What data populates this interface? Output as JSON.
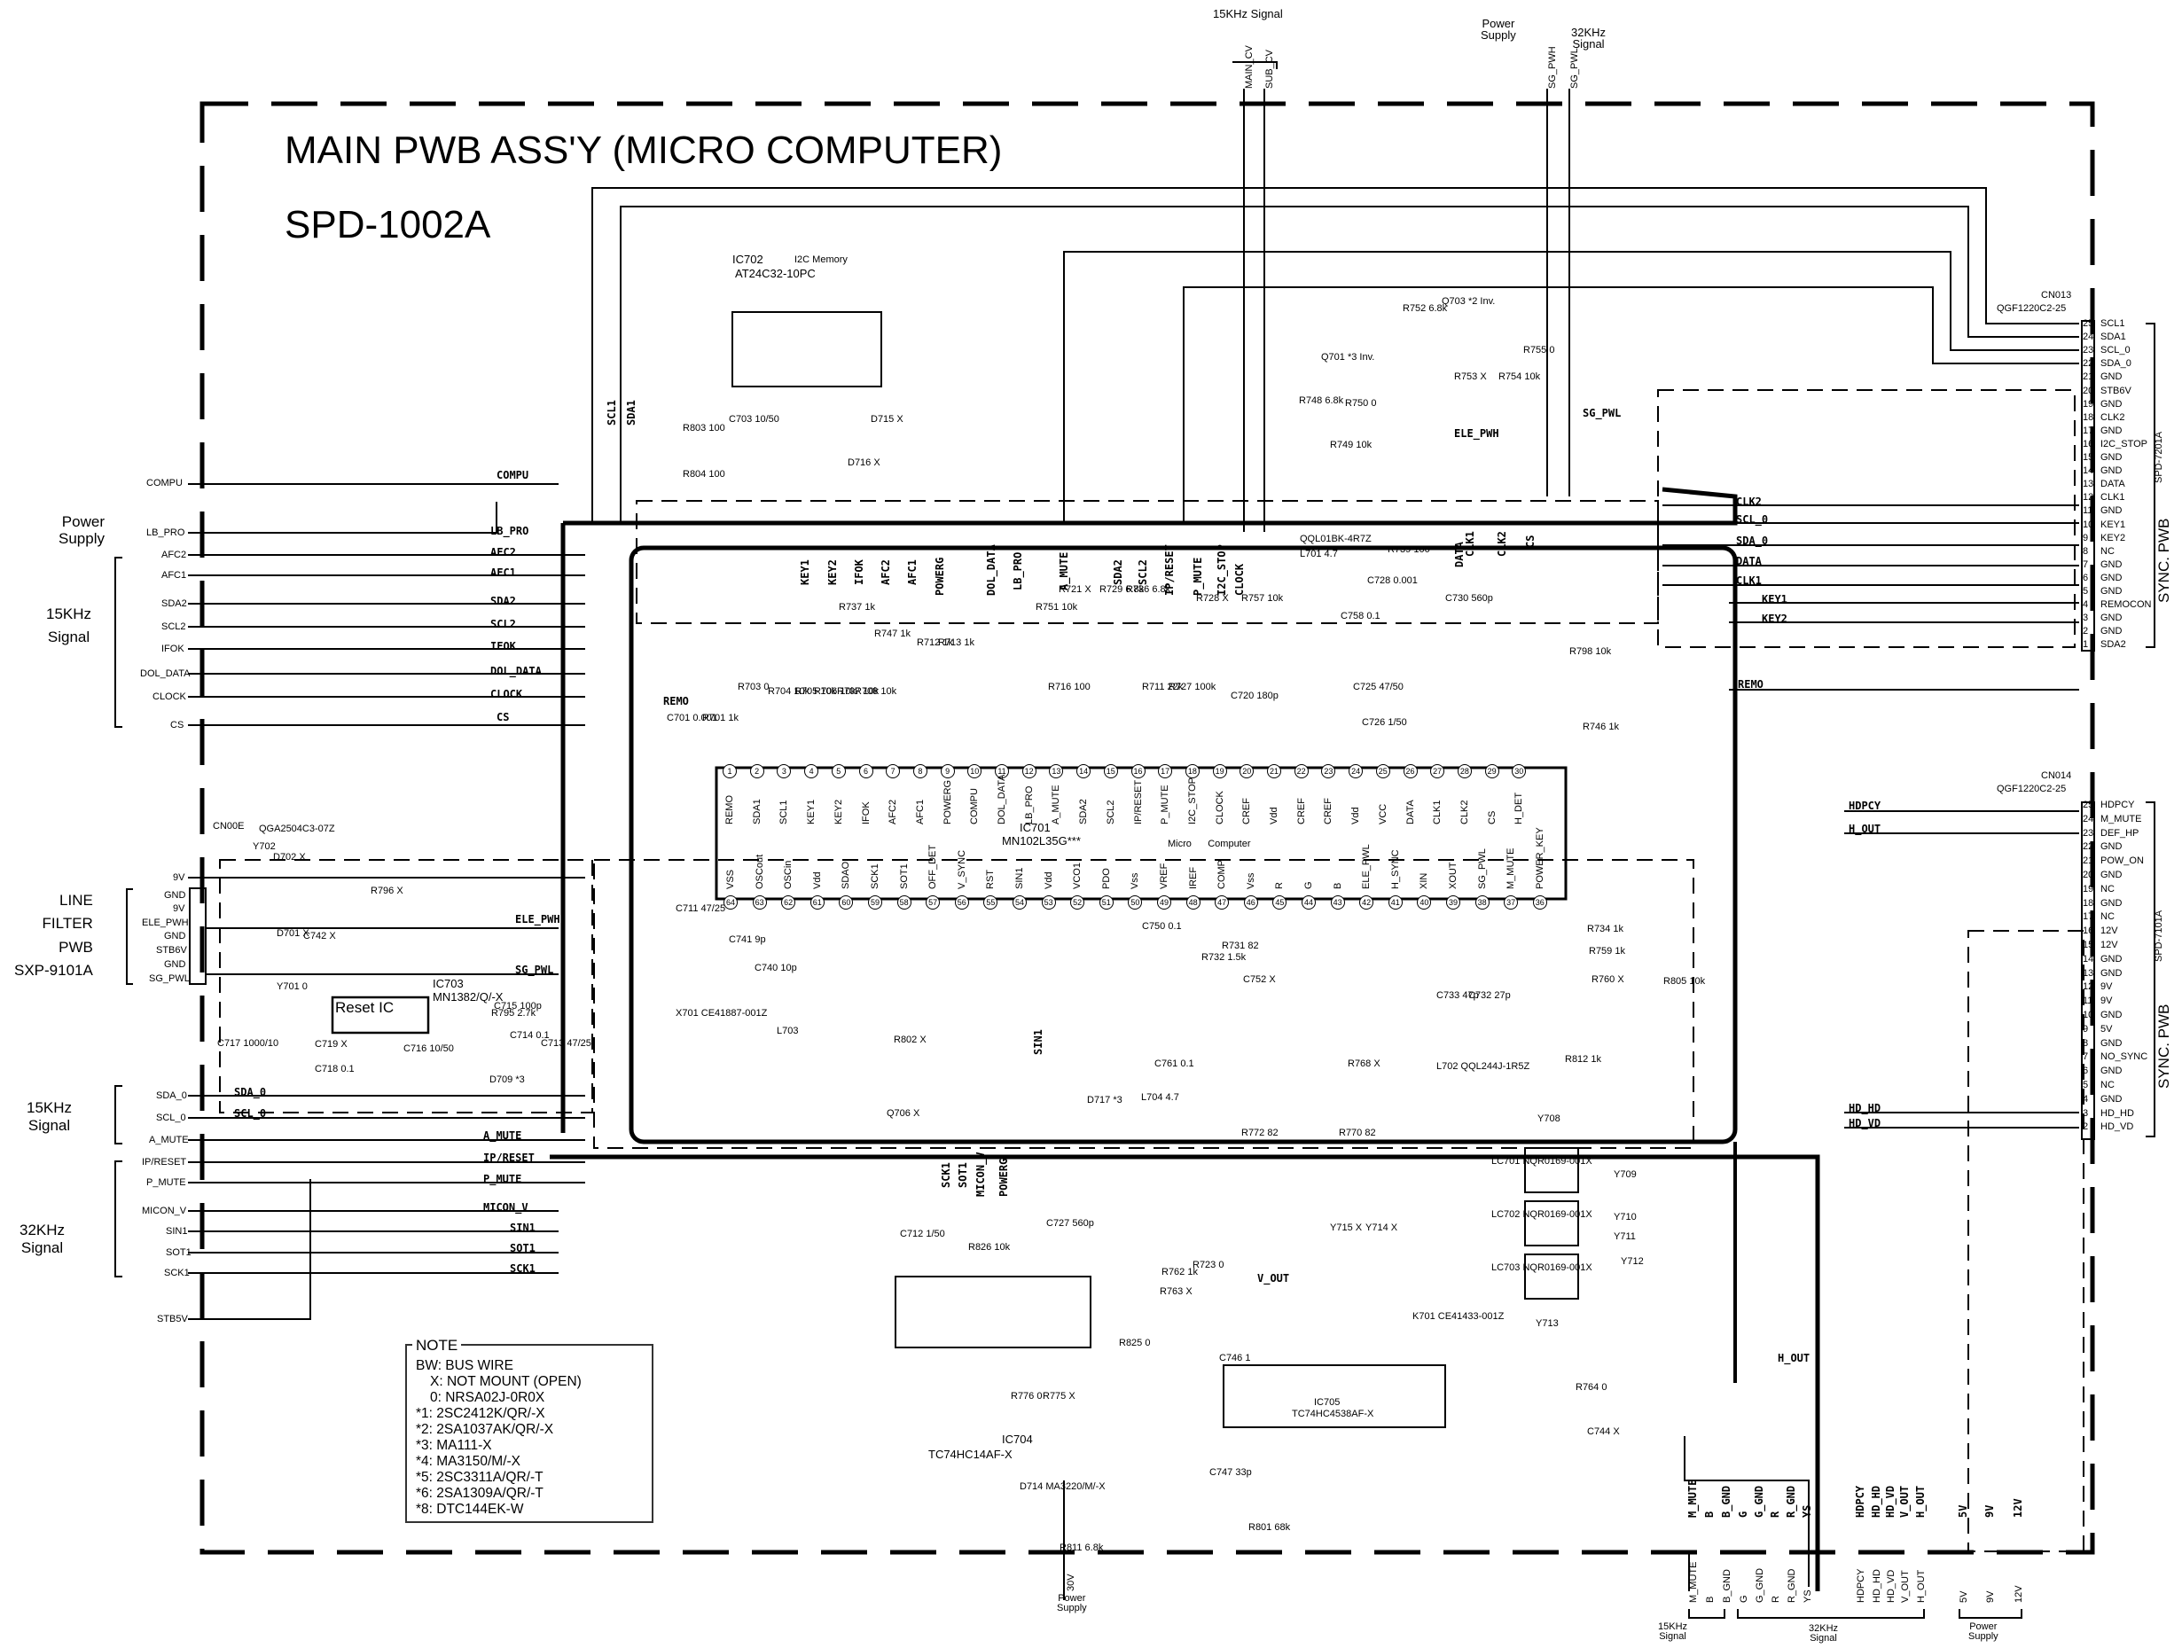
{
  "header": {
    "title_line1": "MAIN PWB ASS'Y   (MICRO COMPUTER)",
    "title_line2": "SPD-1002A"
  },
  "top_groups": {
    "khz15": "15KHz    Signal",
    "power": "Power\nSupply",
    "khz32": "32KHz\nSignal",
    "pins": [
      "MAIN_CV",
      "SUB_CV",
      "SG_PWH",
      "SG_PWL"
    ]
  },
  "left_groups": [
    {
      "label": "Power\nSupply",
      "pins": [
        "COMPU",
        "LB_PRO"
      ]
    },
    {
      "label": "15KHz\nSignal",
      "pins": [
        "AFC2",
        "AFC1",
        "SDA2",
        "SCL2",
        "IFOK",
        "DOL_DATA",
        "CLOCK",
        "CS"
      ]
    },
    {
      "label": "LINE\nFILTER\nPWB\nSXP-9101A",
      "pins": [
        "GND",
        "9V",
        "ELE_PWH",
        "GND",
        "STB6V",
        "GND",
        "SG_PWL"
      ]
    },
    {
      "label": "15KHz\nSignal",
      "pins": [
        "SDA_0",
        "SCL_0",
        "A_MUTE"
      ]
    },
    {
      "label": "32KHz\nSignal",
      "pins": [
        "IP/RESET",
        "P_MUTE",
        "MICON_V",
        "SIN1",
        "SOT1",
        "SCK1",
        "STB5V"
      ]
    }
  ],
  "left_extra": {
    "pin_9v": "9V"
  },
  "connectors": {
    "cn013": "CN013",
    "cn013_part": "QGF1220C2-25",
    "cn013_pins": [
      "SCL1",
      "SDA1",
      "SCL_0",
      "SDA_0",
      "GND",
      "STB6V",
      "GND",
      "CLK2",
      "GND",
      "I2C_STOP",
      "GND",
      "GND",
      "DATA",
      "CLK1",
      "GND",
      "KEY1",
      "KEY2",
      "NC",
      "GND",
      "GND",
      "GND",
      "REMOCON",
      "GND",
      "GND",
      "SDA2"
    ],
    "cn014": "CN014",
    "cn014_part": "QGF1220C2-25",
    "cn014_pins": [
      "HDPCY",
      "M_MUTE",
      "DEF_HP",
      "GND",
      "POW_ON",
      "GND",
      "NC",
      "GND",
      "NC",
      "12V",
      "12V",
      "GND",
      "GND",
      "9V",
      "9V",
      "GND",
      "5V",
      "GND",
      "NO_SYNC",
      "GND",
      "NC",
      "GND",
      "HD_HD",
      "HD_VD"
    ],
    "cn00e": "CN00E",
    "cn00e_part": "QGA2504C3-07Z",
    "sync_pwb": "SYNC. PWB",
    "spd7201a": "SPD-7201A",
    "spd7101a": "SPD-7101A"
  },
  "ics": {
    "ic701_name": "IC701",
    "ic701_part": "MN102L35G***",
    "ic701_desc": "Micro      Computer",
    "ic702_name": "IC702",
    "ic702_desc": "I2C Memory",
    "ic702_part": "AT24C32-10PC",
    "ic703_name": "IC703",
    "ic703_part": "MN1382/Q/-X",
    "ic703_desc": "Reset IC",
    "ic704_name": "IC704",
    "ic704_part": "TC74HC14AF-X",
    "ic705_name": "IC705",
    "ic705_part": "TC74HC4538AF-X"
  },
  "ic701_top_pins": [
    "REMO",
    "SDA1",
    "SCL1",
    "KEY1",
    "KEY2",
    "IFOK",
    "AFC2",
    "AFC1",
    "POWERG",
    "COMPU",
    "DOL_DATA",
    "LB_PRO",
    "A_MUTE",
    "SDA2",
    "SCL2",
    "IP/RESET",
    "P_MUTE",
    "I2C_STOP",
    "CLOCK",
    "CREF",
    "Vdd",
    "CREF",
    "CREF",
    "Vdd",
    "VCC",
    "DATA",
    "CLK1",
    "CLK2",
    "CS",
    "H_DET"
  ],
  "ic701_bottom_pins": [
    "VSS",
    "OSCout",
    "OSCin",
    "Vdd",
    "SDAO",
    "SCK1",
    "SOT1",
    "OFF_DET",
    "V_SYNC",
    "RST",
    "SIN1",
    "Vdd",
    "VCO1",
    "PDO",
    "Vss",
    "VREF",
    "IREF",
    "COMP",
    "Vss",
    "R",
    "G",
    "B",
    "ELE_PWL",
    "H_SYNC",
    "XIN",
    "XOUT",
    "SG_PWL",
    "M_MUTE",
    "POWER_KEY"
  ],
  "buses": {
    "b_top": [
      "KEY1",
      "KEY2",
      "IFOK",
      "AFC2",
      "AFC1",
      "POWERG",
      "DOL_DATA",
      "LB_PRO",
      "A_MUTE",
      "SDA2",
      "SCL2",
      "IP/RESET",
      "P_MUTE",
      "I2C_STOP",
      "CLOCK",
      "DATA",
      "CLK1",
      "CLK2",
      "CS"
    ],
    "b_left": [
      "COMPU",
      "LB_PRO",
      "AFC2",
      "AFC1",
      "SDA2",
      "SCL2",
      "IFOK",
      "DOL_DATA",
      "CLOCK",
      "CS",
      "REMO",
      "ELE_PWH",
      "SG_PWL",
      "SDA_0",
      "SCL_0",
      "A_MUTE",
      "IP/RESET",
      "P_MUTE",
      "MICON_V",
      "SIN1",
      "SOT1",
      "SCK1"
    ],
    "b_right": [
      "CLK2",
      "SCL_0",
      "SDA_0",
      "DATA",
      "CLK1",
      "KEY1",
      "KEY2",
      "REMO",
      "SG_PWL",
      "ELE_PWH",
      "HDPCY",
      "H_OUT",
      "HD_HD",
      "HD_VD",
      "V_OUT",
      "H_OUT"
    ],
    "b_vertical": [
      "SCL1",
      "SDA1",
      "SIN1",
      "SCK1",
      "SOT1",
      "MICON_V",
      "POWERG"
    ]
  },
  "parts": {
    "resistors": [
      "R703 0",
      "R704 10k",
      "R705 10k",
      "R706 10k",
      "R707 10k",
      "R708 10k",
      "R737 1k",
      "R747 1k",
      "R712 1k",
      "R713 1k",
      "R751 10k",
      "R716 100",
      "R721 X",
      "R729 6.8k",
      "R736 6.8k",
      "R711 22k",
      "R727 100k",
      "R728 X",
      "R757 10k",
      "R701 1k",
      "R803 100",
      "R804 100",
      "R748 6.8k",
      "R749 10k",
      "R750 0",
      "R752 6.8k",
      "R753 X",
      "R754 10k",
      "R755 0",
      "R739 100",
      "R798 10k",
      "R746 1k",
      "R734 1k",
      "R759 1k",
      "R760 X",
      "R805 10k",
      "R812 1k",
      "R768 X",
      "R770 82",
      "R772 82",
      "R731 82",
      "R732 1.5k",
      "R796 X",
      "R795 2.7k",
      "R802 X",
      "R826 10k",
      "R762 1k",
      "R763 X",
      "R723 0",
      "R825 0",
      "R776 0",
      "R775 X",
      "R764 0",
      "R811 6.8k",
      "R801 68k"
    ],
    "capacitors": [
      "C701 0.001",
      "C703 10/50",
      "C711 47/25",
      "C712 1/50",
      "C713 47/25",
      "C714 0.1",
      "C715 100p",
      "C716 10/50",
      "C717 1000/10",
      "C718 0.1",
      "C719 X",
      "C720 180p",
      "C725 47/50",
      "C726 1/50",
      "C727 560p",
      "C728 0.001",
      "C730 560p",
      "C733 47p",
      "C732 27p",
      "C740 10p",
      "C741 9p",
      "C742 X",
      "C744 X",
      "C746 1",
      "C747 33p",
      "C750 0.1",
      "C752 X",
      "C758 0.1",
      "C761 0.1"
    ],
    "diodes": [
      "D701 X",
      "D702 X",
      "D709 *3",
      "D714 MA3220/M/-X",
      "D715 X",
      "D716 X",
      "D717 *3"
    ],
    "transistors": [
      "Q701 *3 Inv.",
      "Q703 *2 Inv.",
      "Q706 X"
    ],
    "inductors": [
      "L701 4.7",
      "L702 QQL244J-1R5Z",
      "L703",
      "L704 4.7",
      "QQL01BK-4R7Z"
    ],
    "crystals": [
      "X701 CE41887-001Z",
      "K701 CE41433-001Z"
    ],
    "filters": [
      "LC701 NQR0169-001X",
      "LC702 NQR0169-001X",
      "LC703 NQR0169-001X"
    ],
    "jumpers": [
      "Y701 0",
      "Y702",
      "Y708",
      "Y709",
      "Y710",
      "Y711",
      "Y712",
      "Y713",
      "Y714 X",
      "Y715 X"
    ]
  },
  "bottom_groups": {
    "pins": [
      "M_MUTE",
      "B",
      "B_GND",
      "G",
      "G_GND",
      "R",
      "R_GND",
      "YS",
      "HDPCY",
      "HD_HD",
      "HD_VD",
      "V_OUT",
      "H_OUT",
      "5V",
      "9V",
      "12V"
    ],
    "khz15": "15KHz\nSignal",
    "khz32": "32KHz\nSignal",
    "power": "Power\nSupply",
    "pin_30v": "30V",
    "power_left": "Power\nSupply"
  },
  "note": {
    "title": "NOTE",
    "lines": [
      "BW: BUS WIRE",
      "X: NOT MOUNT (OPEN)",
      "0: NRSA02J-0R0X",
      "*1: 2SC2412K/QR/-X",
      "*2: 2SA1037AK/QR/-X",
      "*3: MA111-X",
      "*4: MA3150/M/-X",
      "*5: 2SC3311A/QR/-T",
      "*6: 2SA1309A/QR/-T",
      "*8: DTC144EK-W"
    ]
  }
}
